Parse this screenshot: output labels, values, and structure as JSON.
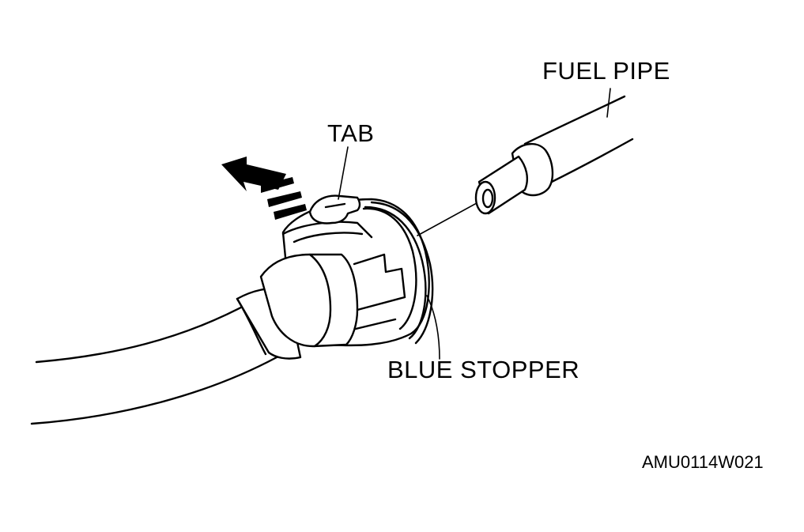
{
  "labels": {
    "fuel_pipe": "FUEL PIPE",
    "tab": "TAB",
    "blue_stopper": "BLUE STOPPER",
    "figure_code": "AMU0114W021"
  }
}
